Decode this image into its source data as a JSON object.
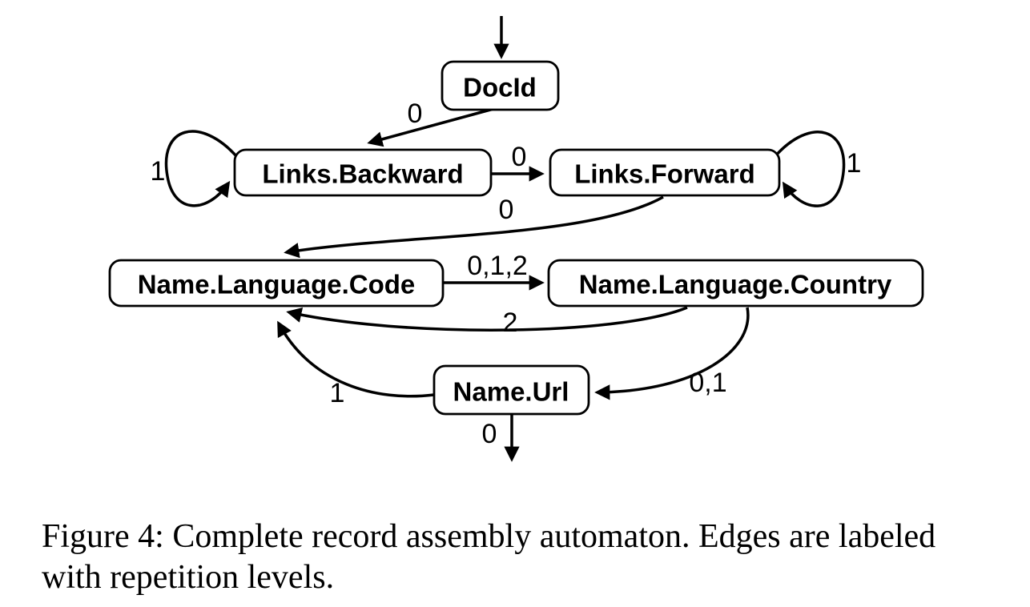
{
  "figure": {
    "caption": {
      "line1": "Figure 4: Complete record assembly automaton. Edges are labeled",
      "line2": "with repetition levels."
    }
  },
  "automaton": {
    "nodes": [
      {
        "id": "DocId",
        "label": "DocId"
      },
      {
        "id": "Links.Backward",
        "label": "Links.Backward"
      },
      {
        "id": "Links.Forward",
        "label": "Links.Forward"
      },
      {
        "id": "Name.Language.Code",
        "label": "Name.Language.Code"
      },
      {
        "id": "Name.Language.Country",
        "label": "Name.Language.Country"
      },
      {
        "id": "Name.Url",
        "label": "Name.Url"
      }
    ],
    "edges": [
      {
        "from": "START",
        "to": "DocId",
        "label": ""
      },
      {
        "from": "DocId",
        "to": "Links.Backward",
        "label": "0"
      },
      {
        "from": "Links.Backward",
        "to": "Links.Backward",
        "label": "1"
      },
      {
        "from": "Links.Backward",
        "to": "Links.Forward",
        "label": "0"
      },
      {
        "from": "Links.Forward",
        "to": "Links.Forward",
        "label": "1"
      },
      {
        "from": "Links.Forward",
        "to": "Name.Language.Code",
        "label": "0"
      },
      {
        "from": "Name.Language.Code",
        "to": "Name.Language.Country",
        "label": "0,1,2"
      },
      {
        "from": "Name.Language.Country",
        "to": "Name.Language.Code",
        "label": "2"
      },
      {
        "from": "Name.Language.Country",
        "to": "Name.Url",
        "label": "0,1"
      },
      {
        "from": "Name.Url",
        "to": "Name.Language.Code",
        "label": "1"
      },
      {
        "from": "Name.Url",
        "to": "END",
        "label": "0"
      }
    ]
  },
  "colors": {
    "ink": "#000000",
    "background": "#ffffff"
  }
}
